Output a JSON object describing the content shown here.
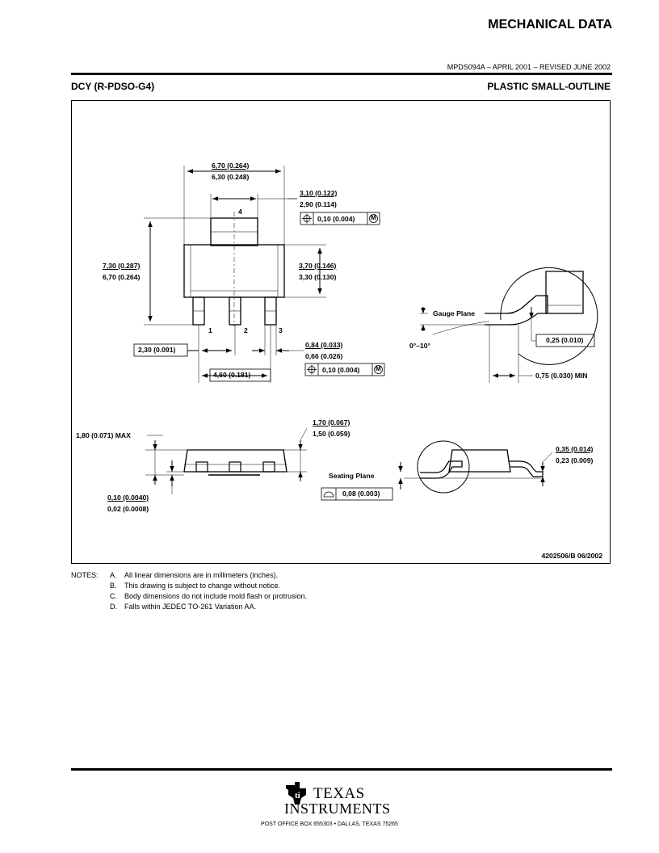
{
  "header": {
    "section_title": "MECHANICAL DATA",
    "revision": "MPDS094A – APRIL 2001 – REVISED JUNE 2002",
    "package_code": "DCY (R-PDSO-G4)",
    "package_type": "PLASTIC SMALL-OUTLINE"
  },
  "drawing": {
    "top_view": {
      "body_width": [
        "6,70 (0.264)",
        "6,30 (0.248)"
      ],
      "tab_width": [
        "3,10 (0.122)",
        "2,90 (0.114)"
      ],
      "tab_position_tol": "0,10 (0.004)",
      "overall_height": [
        "7,30 (0.287)",
        "6,70 (0.264)"
      ],
      "body_height": [
        "3,70 (0.146)",
        "3,30 (0.130)"
      ],
      "pin_labels": [
        "4",
        "1",
        "2",
        "3"
      ],
      "pitch": "2,30 (0.091)",
      "lead_width": [
        "0,84 (0.033)",
        "0,66 (0.026)"
      ],
      "lead_position_tol": "0,10 (0.004)",
      "outer_pitch": "4,60 (0.181)"
    },
    "detail_view": {
      "gauge_plane": "Gauge Plane",
      "angle": "0°–10°",
      "gauge_offset": "0,25 (0.010)",
      "foot_length": "0,75 (0.030) MIN"
    },
    "side_view": {
      "max_height": "1,80 (0.071) MAX",
      "body_thickness": [
        "1,70 (0.067)",
        "1,50 (0.059)"
      ],
      "standoff": [
        "0,10 (0.0040)",
        "0,02 (0.0008)"
      ],
      "seating_plane": "Seating Plane",
      "coplanarity": "0,08 (0.003)",
      "lead_thickness": [
        "0,35 (0.014)",
        "0,23 (0.009)"
      ]
    },
    "drawing_number": "4202506/B 06/2002",
    "symbols": {
      "position": "circle-cross-icon",
      "mmc": "circled-m-icon",
      "flatness": "half-circle-icon"
    }
  },
  "notes": {
    "label": "NOTES:",
    "items": [
      {
        "letter": "A.",
        "text": "All linear dimensions are in millimeters (inches)."
      },
      {
        "letter": "B.",
        "text": "This drawing is subject to change without notice."
      },
      {
        "letter": "C.",
        "text": "Body dimensions do not include mold flash or protrusion."
      },
      {
        "letter": "D.",
        "text": "Falls within JEDEC TO-261 Variation AA."
      }
    ]
  },
  "footer": {
    "brand_line1": "Texas",
    "brand_line2": "Instruments",
    "address": "POST OFFICE BOX 655303 • DALLAS, TEXAS 75265"
  }
}
